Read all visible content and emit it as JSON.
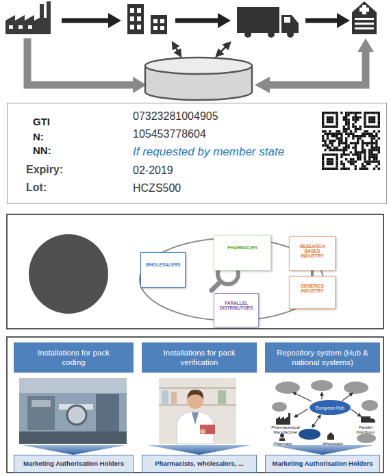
{
  "diagram": {
    "nodes": [
      {
        "text": [
          "GTI",
          "07323281004905",
          "N:",
          "105453778604",
          "NN:",
          "If requested by member state",
          "Expiry:",
          "02-2019",
          "Lot:",
          "HCZS500"
        ]
      },
      {
        "text": [
          "PHARMACIES"
        ]
      },
      {
        "text": [
          "WHOLESALERS"
        ]
      },
      {
        "text": [
          "RESEARCH BASED INDUSTRY"
        ]
      },
      {
        "text": [
          "GENERICS INDUSTRY"
        ]
      },
      {
        "text": [
          "PARALLEL DISTRIBUTORS"
        ]
      },
      {
        "text": [
          "Installations for pack coding"
        ]
      },
      {
        "text": [
          "Installations for pack verification"
        ]
      },
      {
        "text": [
          "Repository system (Hub & national systems)"
        ]
      },
      {
        "text": [
          "European Hub"
        ]
      },
      {
        "text": [
          "Marketing Authorisation Holders"
        ]
      },
      {
        "text": [
          "Pharmacists, wholesalers, ..."
        ]
      },
      {
        "text": [
          "Marketing Authorisation Holders"
        ]
      }
    ],
    "edges": [
      {
        "from": 3,
        "to": 4,
        "arrow": "none"
      }
    ],
    "labels": [
      "Pharmaceutical Manufacturer",
      "Parallel Distributor",
      "Pharmacy",
      "Wholesaler"
    ]
  }
}
